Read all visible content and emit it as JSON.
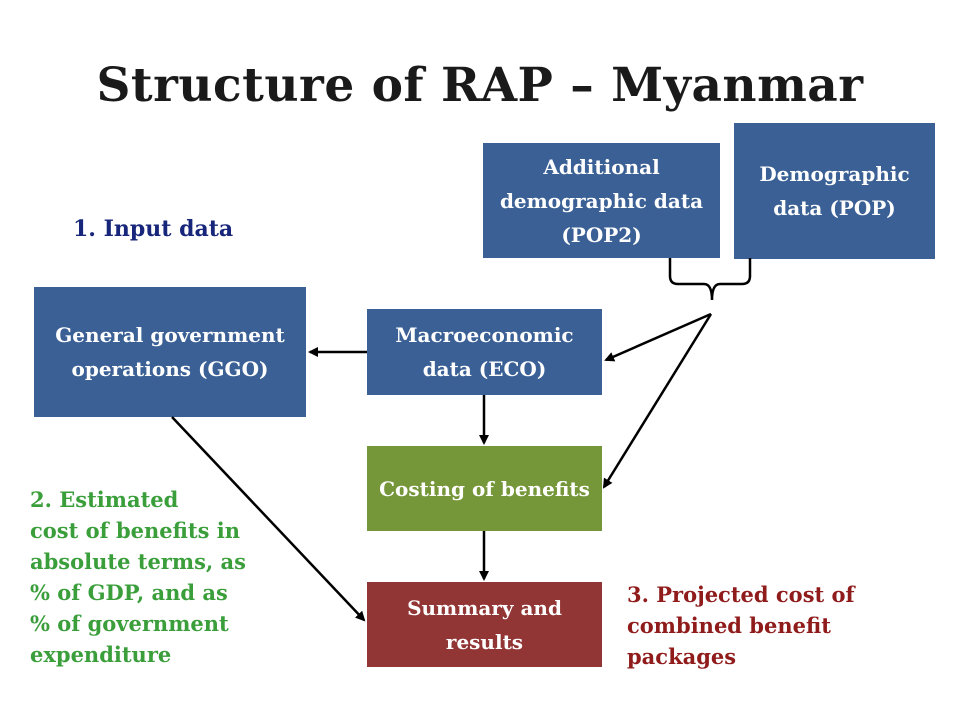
{
  "title": "Structure of RAP – Myanmar",
  "boxes": {
    "pop2": "Additional demographic data (POP2)",
    "pop": "Demographic data (POP)",
    "ggo": "General government operations (GGO)",
    "eco": "Macroeconomic data (ECO)",
    "costing": "Costing of benefits",
    "summary": "Summary and results"
  },
  "labels": {
    "input": "1. Input data",
    "estimated": [
      "2. Estimated",
      "cost of benefits in",
      "absolute terms, as",
      "% of GDP, and as",
      "% of government",
      "expenditure"
    ],
    "projected": [
      "3. Projected cost of",
      "combined benefit",
      "packages"
    ]
  },
  "colors": {
    "box_blue": "#3a6095",
    "box_green": "#76963a",
    "box_red": "#923535",
    "label_navy": "#17267a",
    "label_green": "#3a9e3a",
    "label_red": "#8f1b1b"
  }
}
